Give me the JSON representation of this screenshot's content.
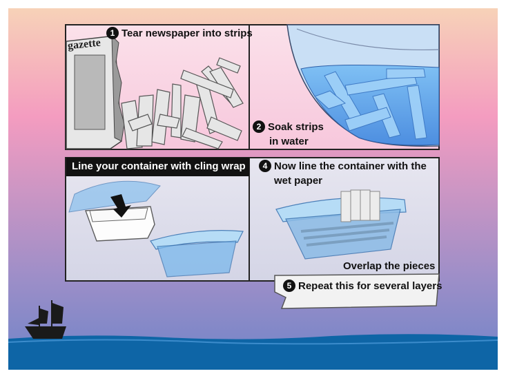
{
  "steps": {
    "s1": {
      "num": "1",
      "text": "Tear newspaper into strips"
    },
    "s2": {
      "num": "2",
      "line1": "Soak strips",
      "line2": "in water"
    },
    "s3": {
      "text": "Line your container with cling wrap"
    },
    "s4": {
      "num": "4",
      "line1": "Now line the container with the",
      "line2": "wet paper"
    },
    "s4_note": "Overlap the pieces",
    "s5": {
      "num": "5",
      "text": "Repeat this for several layers"
    }
  },
  "newspaper_masthead": "gazette",
  "colors": {
    "sky_top": "#f6c9b4",
    "sky_pink": "#f49cc0",
    "sky_bottom": "#7d86c9",
    "sea": "#0e65a6",
    "panel_bg": "#fbd7e7",
    "panel_bg_lower": "#d9d9e8",
    "water": "#6fb0f0",
    "ship": "#1a1a1a"
  },
  "icons": [
    "torn-newspaper-icon",
    "paper-strips-icon",
    "water-bowl-icon",
    "cling-wrap-icon",
    "container-icon",
    "arrow-down-icon",
    "ship-icon"
  ]
}
